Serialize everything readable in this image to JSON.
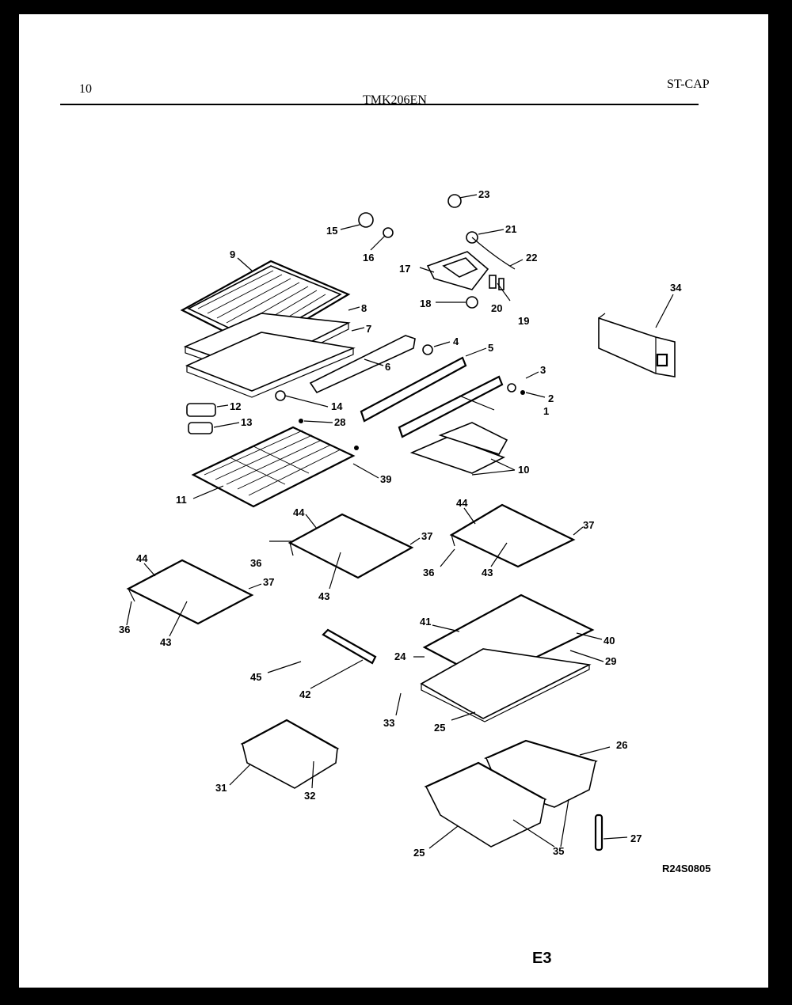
{
  "header": {
    "page_number": "10",
    "model": "TMK206EN",
    "category": "ST-CAP"
  },
  "footer": {
    "drawing_code": "R24S0805",
    "page_code": "E3"
  },
  "callouts": [
    {
      "id": "c1",
      "text": "1"
    },
    {
      "id": "c2",
      "text": "2"
    },
    {
      "id": "c3",
      "text": "3"
    },
    {
      "id": "c4",
      "text": "4"
    },
    {
      "id": "c5",
      "text": "5"
    },
    {
      "id": "c6",
      "text": "6"
    },
    {
      "id": "c7",
      "text": "7"
    },
    {
      "id": "c8",
      "text": "8"
    },
    {
      "id": "c9",
      "text": "9"
    },
    {
      "id": "c10",
      "text": "10"
    },
    {
      "id": "c11",
      "text": "11"
    },
    {
      "id": "c12",
      "text": "12"
    },
    {
      "id": "c13",
      "text": "13"
    },
    {
      "id": "c14",
      "text": "14"
    },
    {
      "id": "c15",
      "text": "15"
    },
    {
      "id": "c16",
      "text": "16"
    },
    {
      "id": "c17",
      "text": "17"
    },
    {
      "id": "c18",
      "text": "18"
    },
    {
      "id": "c19",
      "text": "19"
    },
    {
      "id": "c20",
      "text": "20"
    },
    {
      "id": "c21",
      "text": "21"
    },
    {
      "id": "c22",
      "text": "22"
    },
    {
      "id": "c23",
      "text": "23"
    },
    {
      "id": "c24",
      "text": "24"
    },
    {
      "id": "c25a",
      "text": "25"
    },
    {
      "id": "c25b",
      "text": "25"
    },
    {
      "id": "c26",
      "text": "26"
    },
    {
      "id": "c27",
      "text": "27"
    },
    {
      "id": "c28",
      "text": "28"
    },
    {
      "id": "c29",
      "text": "29"
    },
    {
      "id": "c31",
      "text": "31"
    },
    {
      "id": "c32",
      "text": "32"
    },
    {
      "id": "c33",
      "text": "33"
    },
    {
      "id": "c34",
      "text": "34"
    },
    {
      "id": "c35",
      "text": "35"
    },
    {
      "id": "c36a",
      "text": "36"
    },
    {
      "id": "c36b",
      "text": "36"
    },
    {
      "id": "c36c",
      "text": "36"
    },
    {
      "id": "c37a",
      "text": "37"
    },
    {
      "id": "c37b",
      "text": "37"
    },
    {
      "id": "c37c",
      "text": "37"
    },
    {
      "id": "c39",
      "text": "39"
    },
    {
      "id": "c40",
      "text": "40"
    },
    {
      "id": "c41",
      "text": "41"
    },
    {
      "id": "c42",
      "text": "42"
    },
    {
      "id": "c43a",
      "text": "43"
    },
    {
      "id": "c43b",
      "text": "43"
    },
    {
      "id": "c43c",
      "text": "43"
    },
    {
      "id": "c44a",
      "text": "44"
    },
    {
      "id": "c44b",
      "text": "44"
    },
    {
      "id": "c44c",
      "text": "44"
    },
    {
      "id": "c45",
      "text": "45"
    }
  ]
}
